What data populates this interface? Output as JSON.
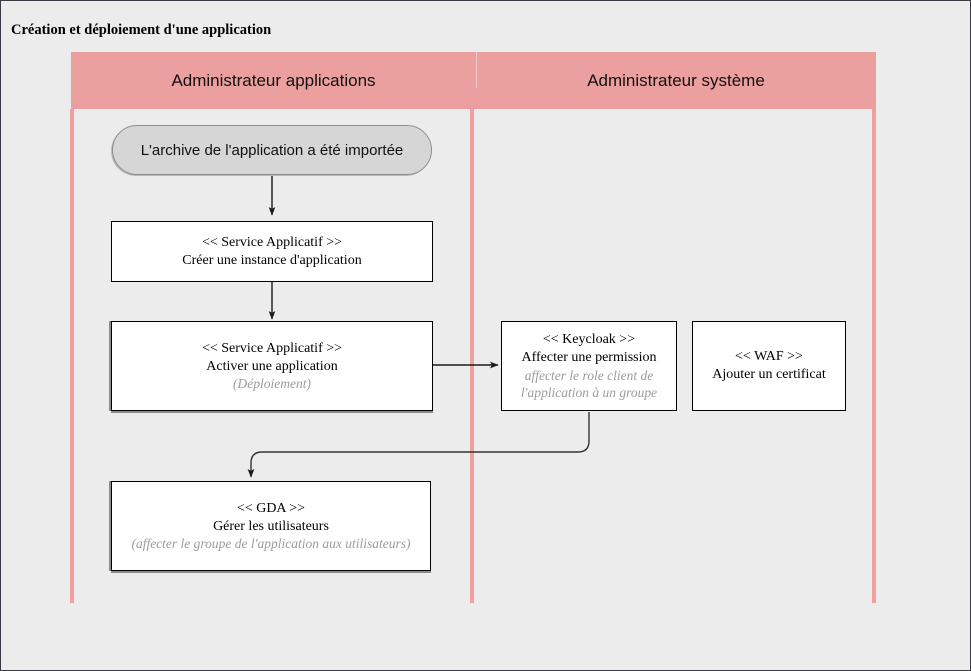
{
  "diagram": {
    "title": "Création et déploiement d'une application",
    "type": "swimlane-activity-diagram",
    "colors": {
      "lane_header_fill": "#eb9f9f",
      "lane_rail": "#ef9f9f",
      "canvas": "#ececec",
      "node_fill": "#ffffff",
      "node_border": "#000000",
      "start_event_fill": "#d6d6d6",
      "note_text": "#9c9c9c",
      "edge": "#1a1a1a"
    }
  },
  "lanes": [
    {
      "id": "lane-admin-applications",
      "label": "Administrateur applications"
    },
    {
      "id": "lane-admin-systeme",
      "label": "Administrateur système"
    }
  ],
  "nodes": [
    {
      "id": "start-archive-importee",
      "kind": "start-event",
      "lane": "lane-admin-applications",
      "label": "L'archive de l'application a été importée"
    },
    {
      "id": "creer-instance-application",
      "kind": "activity",
      "lane": "lane-admin-applications",
      "stereotype": "<< Service Applicatif >>",
      "name": "Créer une instance d'application",
      "note": []
    },
    {
      "id": "activer-une-application",
      "kind": "activity",
      "lane": "lane-admin-applications",
      "stereotype": "<< Service Applicatif >>",
      "name": "Activer une application",
      "note": [
        "(Déploiement)"
      ]
    },
    {
      "id": "affecter-une-permission",
      "kind": "activity",
      "lane": "lane-admin-systeme",
      "stereotype": "<< Keycloak >>",
      "name": "Affecter une permission",
      "note": [
        "affecter le role client de",
        "l'application à un groupe"
      ]
    },
    {
      "id": "ajouter-un-certificat",
      "kind": "activity",
      "lane": "lane-admin-systeme",
      "stereotype": "<< WAF >>",
      "name": "Ajouter un certificat",
      "note": []
    },
    {
      "id": "gerer-les-utilisateurs",
      "kind": "activity",
      "lane": "lane-admin-applications",
      "stereotype": "<< GDA >>",
      "name": "Gérer les utilisateurs",
      "note": [
        "(affecter le groupe de l'application aux utilisateurs)"
      ]
    }
  ],
  "edges": [
    {
      "id": "edge-start-to-creer",
      "from": "start-archive-importee",
      "to": "creer-instance-application",
      "label": ""
    },
    {
      "id": "edge-creer-to-activer",
      "from": "creer-instance-application",
      "to": "activer-une-application",
      "label": ""
    },
    {
      "id": "edge-activer-to-permission",
      "from": "activer-une-application",
      "to": "affecter-une-permission",
      "label": ""
    },
    {
      "id": "edge-permission-to-gda",
      "from": "affecter-une-permission",
      "to": "gerer-les-utilisateurs",
      "label": ""
    }
  ]
}
